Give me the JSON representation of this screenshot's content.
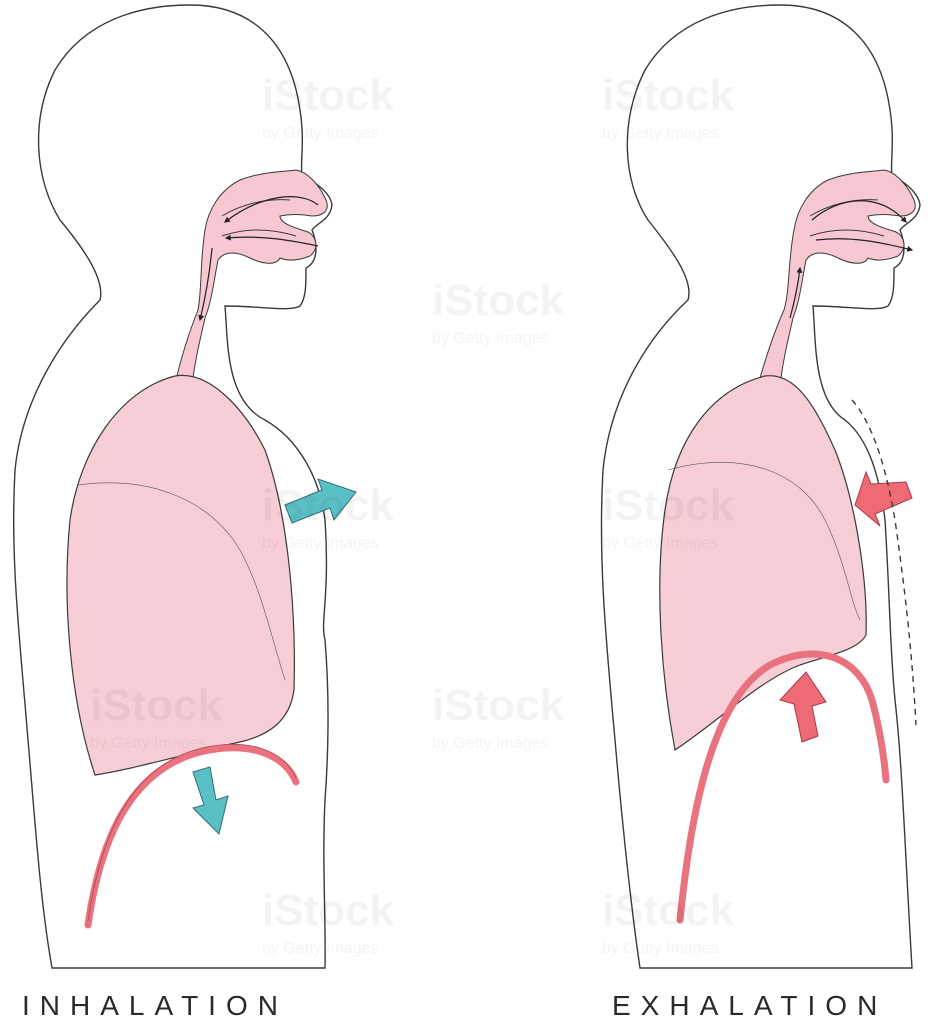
{
  "panels": [
    {
      "caption": "INHALATION",
      "chest_arrow_color": "#5bc0c6",
      "diaphragm_arrow_color": "#5bc0c6"
    },
    {
      "caption": "EXHALATION",
      "chest_arrow_color": "#ee6b76",
      "diaphragm_arrow_color": "#ee6b76"
    }
  ],
  "colors": {
    "outline": "#3a3a3a",
    "airway_fill": "#f7c8d1",
    "lung_fill": "#f7cdd6",
    "diaphragm": "#e9727e"
  },
  "watermark": {
    "brand": "iStock",
    "sub": "by Getty Images"
  }
}
